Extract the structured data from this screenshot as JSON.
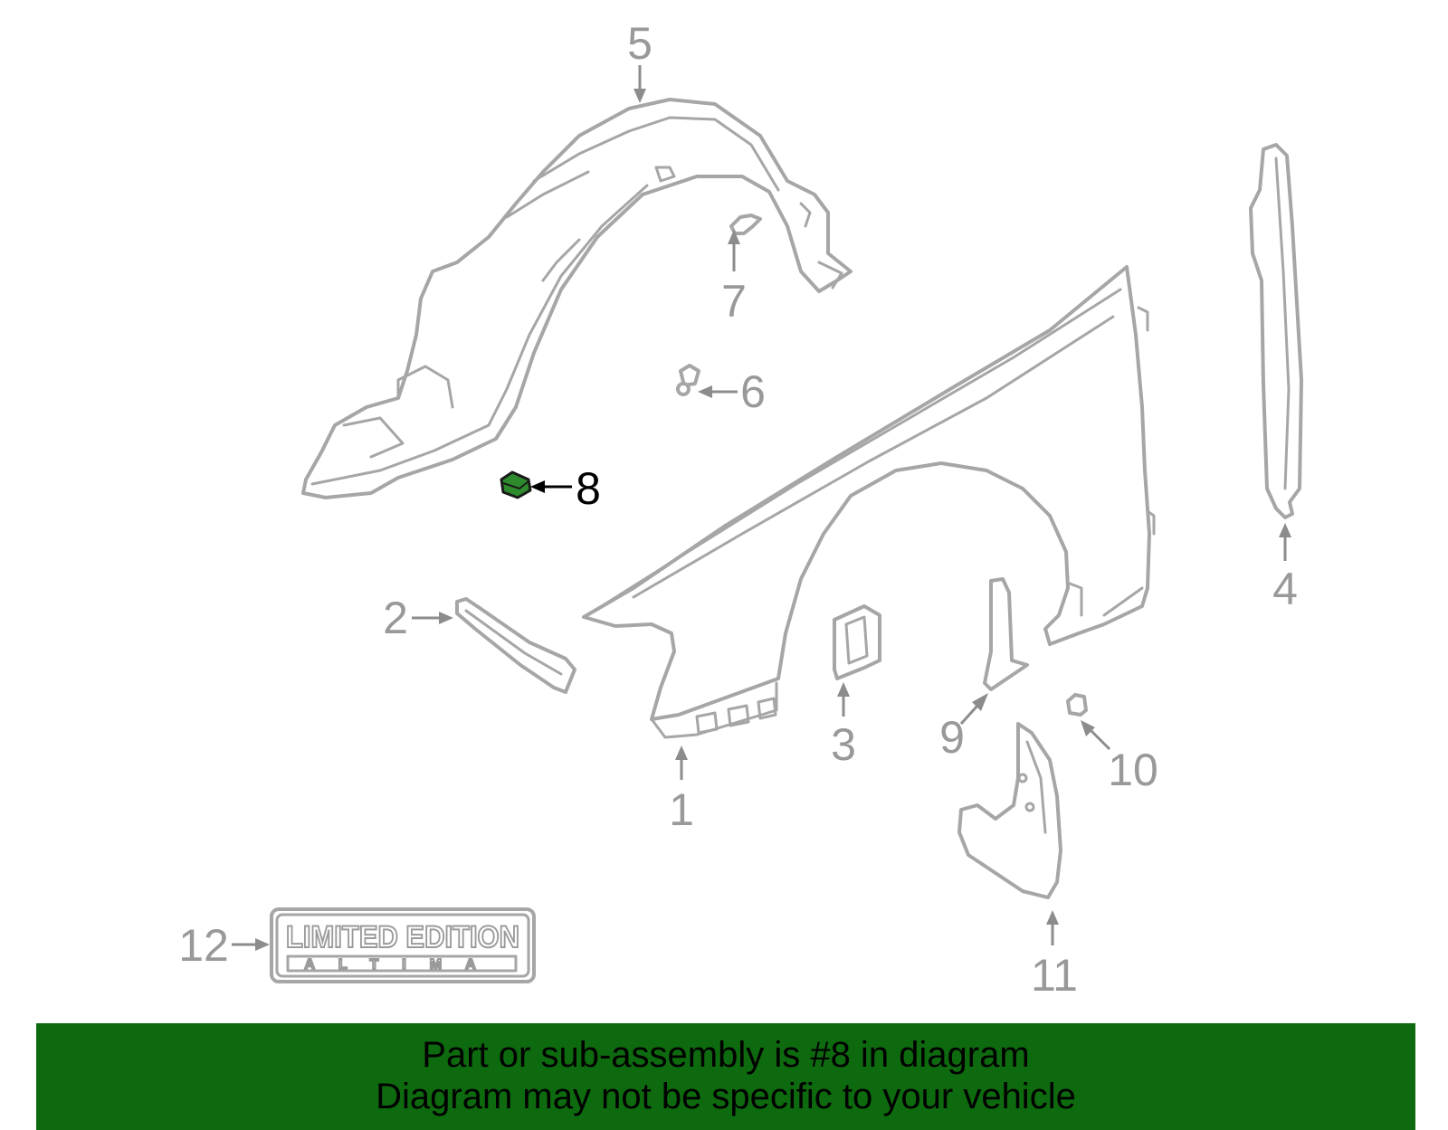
{
  "callouts": {
    "c1": "1",
    "c2": "2",
    "c3": "3",
    "c4": "4",
    "c5": "5",
    "c6": "6",
    "c7": "7",
    "c8": "8",
    "c9": "9",
    "c10": "10",
    "c11": "11",
    "c12": "12"
  },
  "highlighted_part": "8",
  "highlight_color": "#2d8b2d",
  "badge": {
    "line1": "LIMITED EDITION",
    "line2": "ALTIMA"
  },
  "banner": {
    "line1": "Part or sub-assembly is #8 in diagram",
    "line2": "Diagram may not be specific to your vehicle",
    "background": "#0e6a0e"
  }
}
